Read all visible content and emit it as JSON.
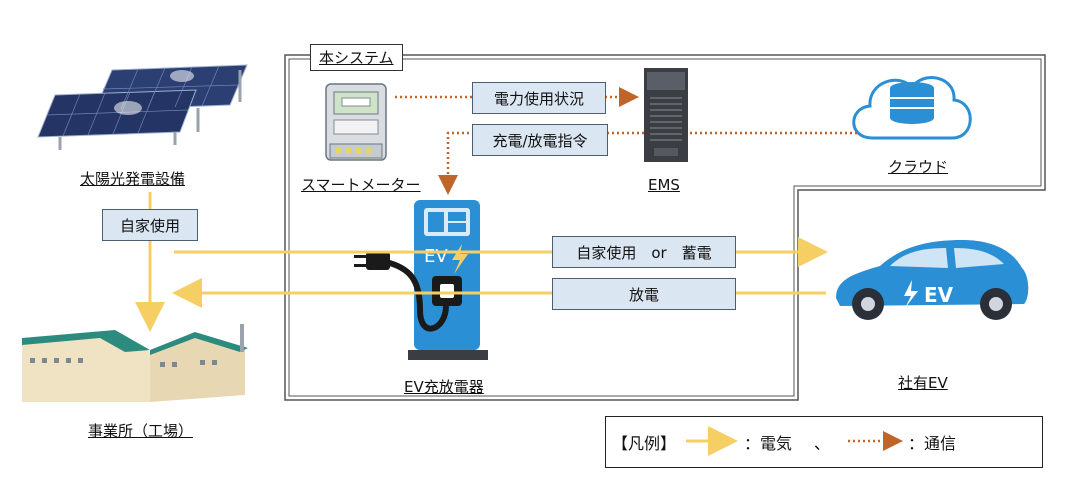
{
  "system_label": "本システム",
  "nodes": {
    "solar": "太陽光発電設備",
    "factory": "事業所（工場）",
    "smart_meter": "スマートメーター",
    "ems": "EMS",
    "cloud": "クラウド",
    "ev_charger": "EV充放電器",
    "company_ev": "社有EV"
  },
  "flows": {
    "self_use": "自家使用",
    "power_status": "電力使用状況",
    "charge_discharge_cmd": "充電/放電指令",
    "self_use_or_storage": "自家使用　or　蓄電",
    "discharge": "放電"
  },
  "icon_text": {
    "charger_ev": "EV",
    "car_ev": "EV"
  },
  "legend": {
    "prefix": "【凡例】",
    "electric": "：電気",
    "separator": "、",
    "comm": "：通信"
  },
  "colors": {
    "electric": "#f5cf63",
    "comm": "#c0652a",
    "box_fill": "#dbe6f3",
    "ev_blue": "#2b8fd6"
  }
}
